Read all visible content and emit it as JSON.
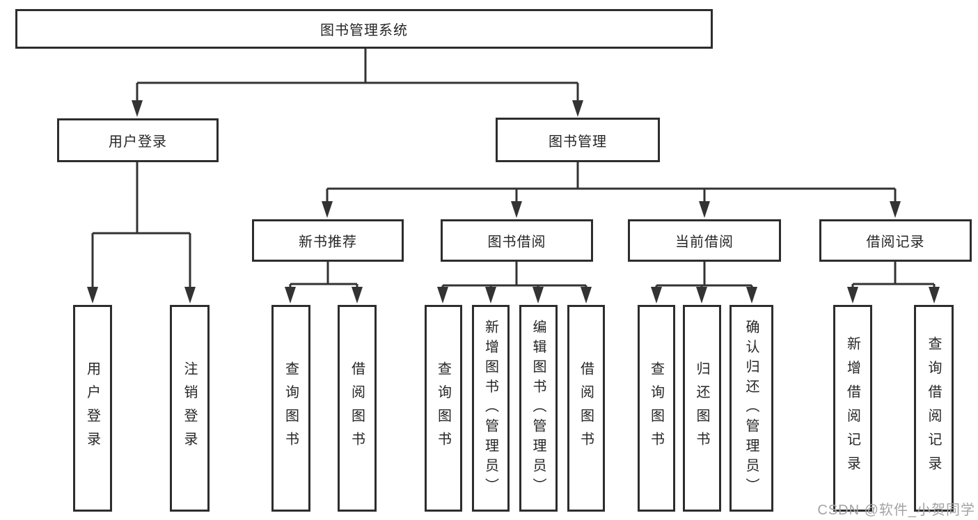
{
  "nodes": {
    "root": "图书管理系统",
    "user_login": "用户登录",
    "book_management": "图书管理",
    "new_book_recommend": "新书推荐",
    "book_borrow": "图书借阅",
    "current_borrow": "当前借阅",
    "borrow_record": "借阅记录",
    "login_user_login": "用户登录",
    "login_logout": "注销登录",
    "recommend_query_book": "查询图书",
    "recommend_borrow_book": "借阅图书",
    "borrow_query_book": "查询图书",
    "borrow_add_book_admin": "新增图书（管理员）",
    "borrow_edit_book_admin": "编辑图书（管理员）",
    "borrow_borrow_book": "借阅图书",
    "current_query_book": "查询图书",
    "current_return_book": "归还图书",
    "current_confirm_return_admin": "确认归还（管理员）",
    "record_add_record": "新增借阅记录",
    "record_query_record": "查询借阅记录"
  },
  "watermark": "CSDN @软件_小贺同学",
  "colors": {
    "line": "#333333",
    "box_border": "#2d2d2d",
    "text": "#262626",
    "watermark": "#a3a3a3",
    "background": "#ffffff"
  }
}
